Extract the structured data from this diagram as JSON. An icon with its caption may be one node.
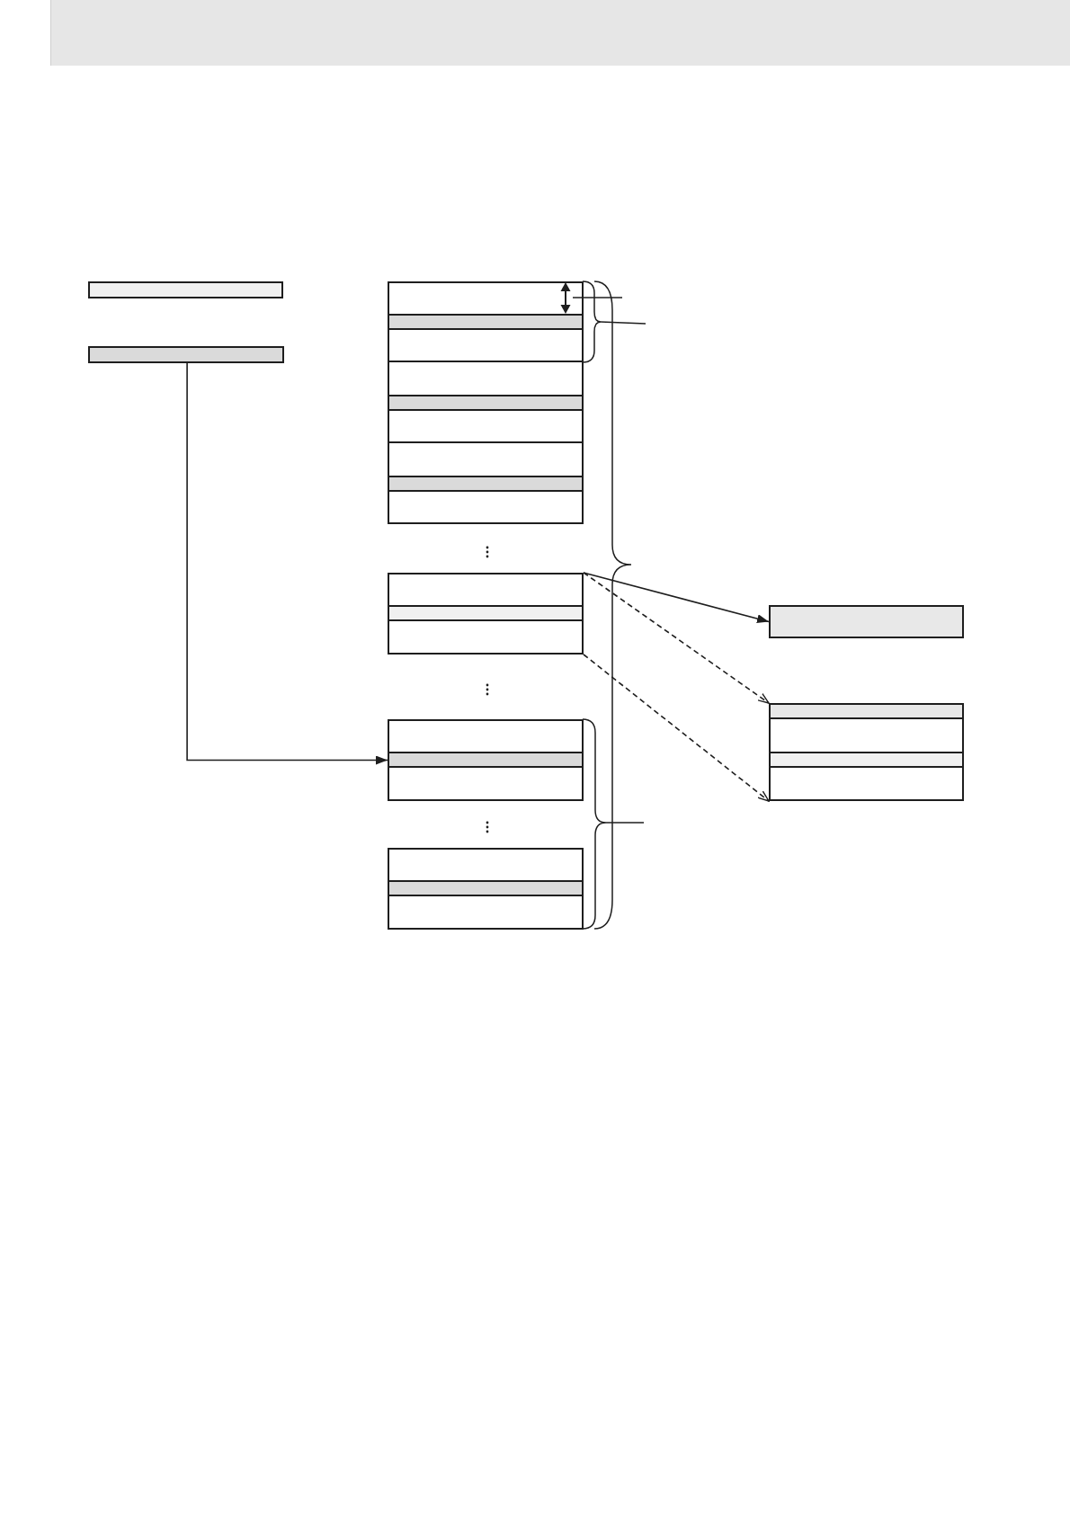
{
  "diagram": {
    "nodes": [
      {
        "text": [],
        "shape": "bar"
      },
      {
        "text": [],
        "shape": "bar"
      },
      {
        "text": [],
        "shape": "box"
      },
      {
        "text": [],
        "shape": "box"
      },
      {
        "text": [],
        "shape": "box"
      },
      {
        "text": [],
        "shape": "box"
      },
      {
        "text": [],
        "shape": "box"
      },
      {
        "text": [],
        "shape": "box"
      },
      {
        "text": [],
        "shape": "box"
      },
      {
        "text": [],
        "shape": "box"
      },
      {
        "text": [],
        "shape": "brace"
      },
      {
        "text": [],
        "shape": "brace"
      }
    ],
    "edges": [
      {
        "from": 1,
        "to": 6,
        "arrow": "to"
      },
      {
        "from": 5,
        "to": 8,
        "arrow": "to"
      },
      {
        "from": 5,
        "to": 9,
        "arrow": "to",
        "style": "dashed"
      },
      {
        "from": 5,
        "to": 9,
        "arrow": "to",
        "style": "dashed"
      },
      {
        "from": null,
        "to": 2,
        "arrow": "none"
      },
      {
        "from": null,
        "to": 10,
        "arrow": "none"
      },
      {
        "from": null,
        "to": 11,
        "arrow": "none"
      }
    ]
  }
}
